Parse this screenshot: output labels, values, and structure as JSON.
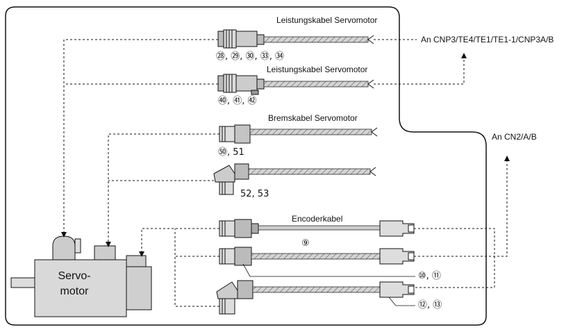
{
  "labels": {
    "power_cable_1": "Leistungskabel Servomotor",
    "power_cable_2": "Leistungskabel Servomotor",
    "brake_cable": "Bremskabel Servomotor",
    "encoder_cable": "Encoderkabel",
    "target_power": "An CNP3/TE4/TE1/TE1-1/CNP3A/B",
    "target_encoder": "An CN2/A/B",
    "motor_line1": "Servo-",
    "motor_line2": "motor"
  },
  "refs": {
    "power_1": "㉘, ㉙, ㉚, ㉝, ㉞",
    "power_2": "㊵, ㊶, ㊷",
    "brake_1": "㊿, 51",
    "brake_2": "52, 53",
    "encoder_1": "⑨",
    "encoder_2": "⑩, ⑪",
    "encoder_3": "⑫, ⑬"
  },
  "colors": {
    "line": "#111111",
    "cable_fill": "#c9c9c9",
    "cable_hatch": "#7a7a7a",
    "motor_fill": "#d9d9d9"
  }
}
